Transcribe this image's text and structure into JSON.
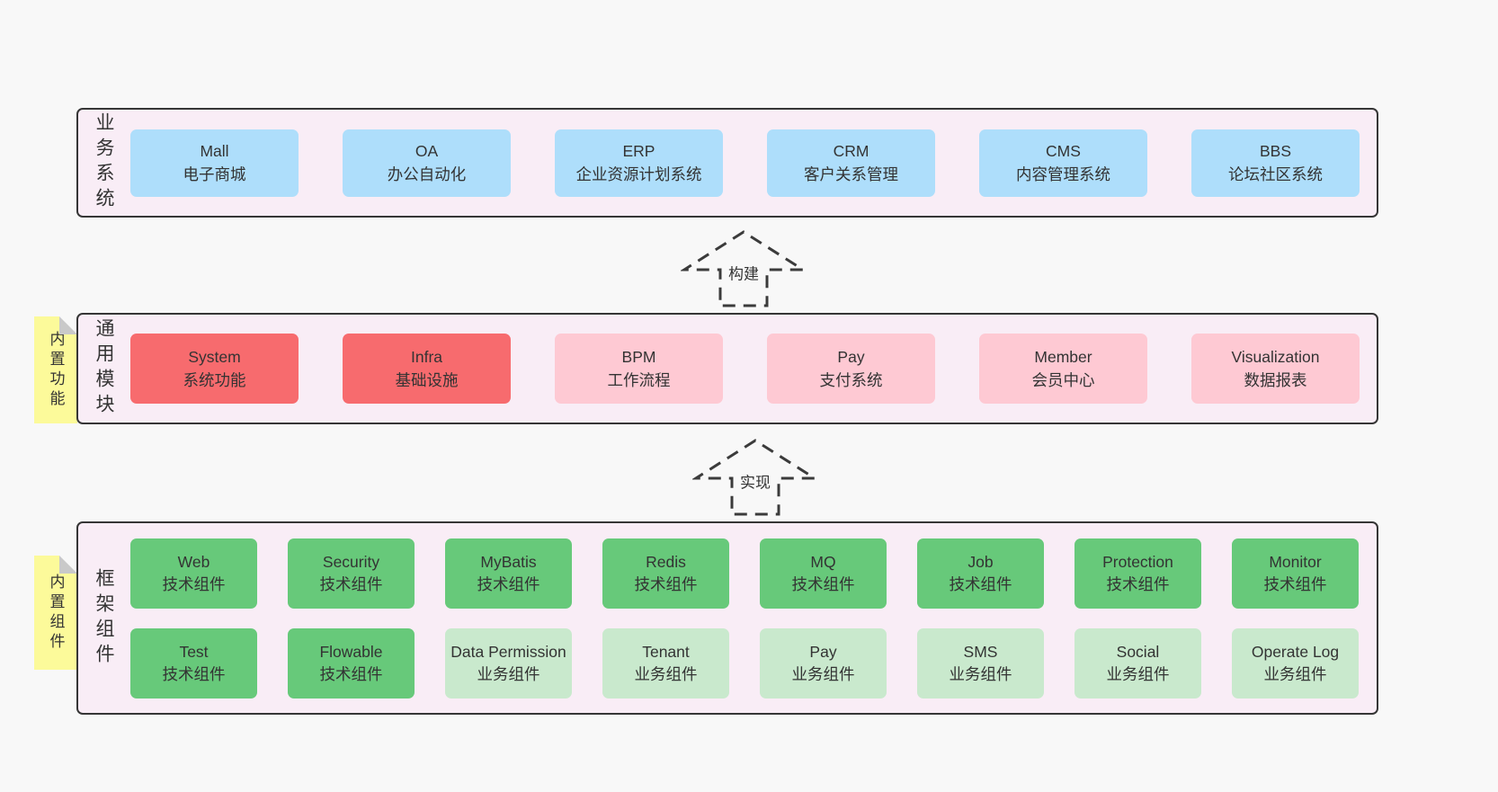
{
  "palette": {
    "page_bg": "#f8f8f8",
    "panel_bg": "#f9edf6",
    "panel_border": "#363636",
    "business_box": "#aedefb",
    "core_module_box": "#f76b6e",
    "optional_module_box": "#fec9d3",
    "tech_component_box": "#67c97a",
    "biz_component_box": "#c9e9cd",
    "sticky_tab": "#fcfa9a",
    "sticky_fold": "#c9c9c9",
    "text": "#333333"
  },
  "sections": {
    "business": {
      "label": "业务系统",
      "boxes": [
        {
          "title": "Mall",
          "subtitle": "电子商城"
        },
        {
          "title": "OA",
          "subtitle": "办公自动化"
        },
        {
          "title": "ERP",
          "subtitle": "企业资源计划系统"
        },
        {
          "title": "CRM",
          "subtitle": "客户关系管理"
        },
        {
          "title": "CMS",
          "subtitle": "内容管理系统"
        },
        {
          "title": "BBS",
          "subtitle": "论坛社区系统"
        }
      ]
    },
    "modules": {
      "label": "通用模块",
      "tag": "内置功能",
      "boxes": [
        {
          "title": "System",
          "subtitle": "系统功能"
        },
        {
          "title": "Infra",
          "subtitle": "基础设施"
        },
        {
          "title": "BPM",
          "subtitle": "工作流程"
        },
        {
          "title": "Pay",
          "subtitle": "支付系统"
        },
        {
          "title": "Member",
          "subtitle": "会员中心"
        },
        {
          "title": "Visualization",
          "subtitle": "数据报表"
        }
      ]
    },
    "components": {
      "label": "框架组件",
      "tag": "内置组件",
      "rows": [
        [
          {
            "title": "Web",
            "subtitle": "技术组件"
          },
          {
            "title": "Security",
            "subtitle": "技术组件"
          },
          {
            "title": "MyBatis",
            "subtitle": "技术组件"
          },
          {
            "title": "Redis",
            "subtitle": "技术组件"
          },
          {
            "title": "MQ",
            "subtitle": "技术组件"
          },
          {
            "title": "Job",
            "subtitle": "技术组件"
          },
          {
            "title": "Protection",
            "subtitle": "技术组件"
          },
          {
            "title": "Monitor",
            "subtitle": "技术组件"
          }
        ],
        [
          {
            "title": "Test",
            "subtitle": "技术组件"
          },
          {
            "title": "Flowable",
            "subtitle": "技术组件"
          },
          {
            "title": "Data Permission",
            "subtitle": "业务组件"
          },
          {
            "title": "Tenant",
            "subtitle": "业务组件"
          },
          {
            "title": "Pay",
            "subtitle": "业务组件"
          },
          {
            "title": "SMS",
            "subtitle": "业务组件"
          },
          {
            "title": "Social",
            "subtitle": "业务组件"
          },
          {
            "title": "Operate Log",
            "subtitle": "业务组件"
          }
        ]
      ]
    }
  },
  "arrows": {
    "build": "构建",
    "implement": "实现"
  }
}
